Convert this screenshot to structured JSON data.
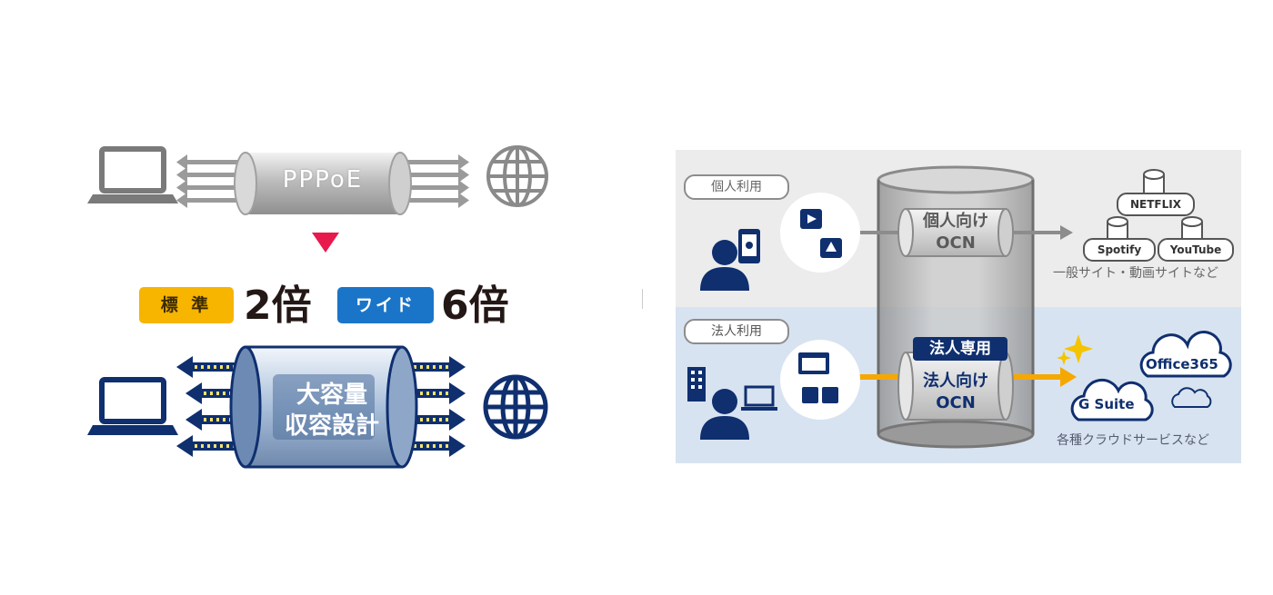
{
  "left": {
    "tunnel_label": "PPPoE",
    "badge_standard": "標 準",
    "multiplier_standard": "2倍",
    "badge_wide": "ワイド",
    "multiplier_wide": "6倍",
    "big_tunnel_line1": "大容量",
    "big_tunnel_line2": "収容設計"
  },
  "right": {
    "personal_use_label": "個人利用",
    "corporate_use_label": "法人利用",
    "personal_tunnel_line1": "個人向け",
    "personal_tunnel_line2": "OCN",
    "corporate_only_badge": "法人専用",
    "corporate_tunnel_line1": "法人向け",
    "corporate_tunnel_line2": "OCN",
    "services_personal": [
      "NETFLIX",
      "Spotify",
      "YouTube"
    ],
    "personal_note": "一般サイト・動画サイトなど",
    "cloud_office": "Office365",
    "cloud_gsuite": "G Suite",
    "corporate_note": "各種クラウドサービスなど"
  },
  "colors": {
    "navy": "#0f2f6f",
    "accent_red": "#e8194d",
    "standard_yellow": "#f7b500",
    "wide_blue": "#1a75c9",
    "arrow_orange": "#f5a800",
    "gray": "#8c8c8c"
  }
}
